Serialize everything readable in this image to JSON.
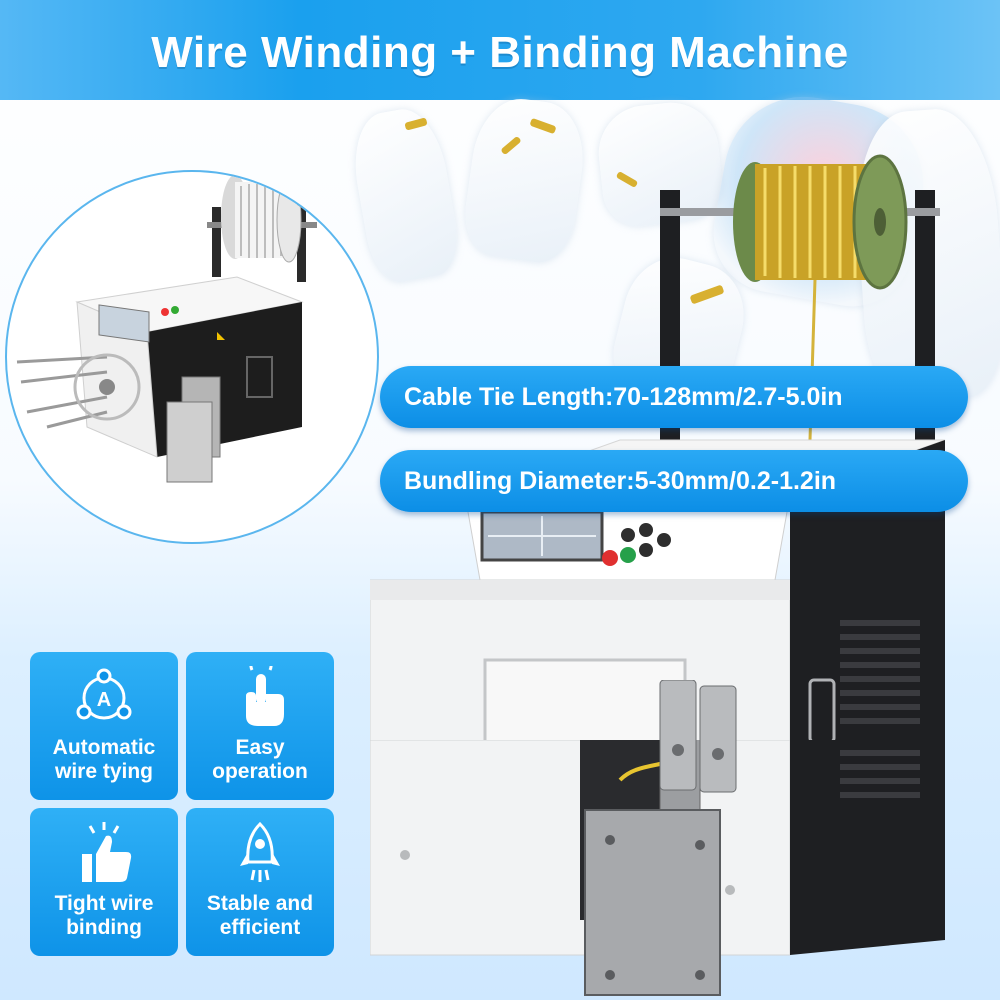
{
  "header": {
    "title": "Wire Winding + Binding Machine"
  },
  "specs": [
    {
      "text": "Cable Tie Length:70-128mm/2.7-5.0in"
    },
    {
      "text": "Bundling Diameter:5-30mm/0.2-1.2in"
    }
  ],
  "features": [
    {
      "label_line1": "Automatic",
      "label_line2": "wire tying",
      "icon": "network-a-icon"
    },
    {
      "label_line1": "Easy",
      "label_line2": "operation",
      "icon": "touch-hand-icon"
    },
    {
      "label_line1": "Tight wire",
      "label_line2": "binding",
      "icon": "thumbs-up-icon"
    },
    {
      "label_line1": "Stable and",
      "label_line2": "efficient",
      "icon": "rocket-icon"
    }
  ],
  "colors": {
    "accent": "#0e93e8",
    "accent_light": "#2fb0f6",
    "machine_body": "#f2f3f4",
    "machine_dark": "#1e1f22",
    "gold_spool": "#c9a227"
  }
}
